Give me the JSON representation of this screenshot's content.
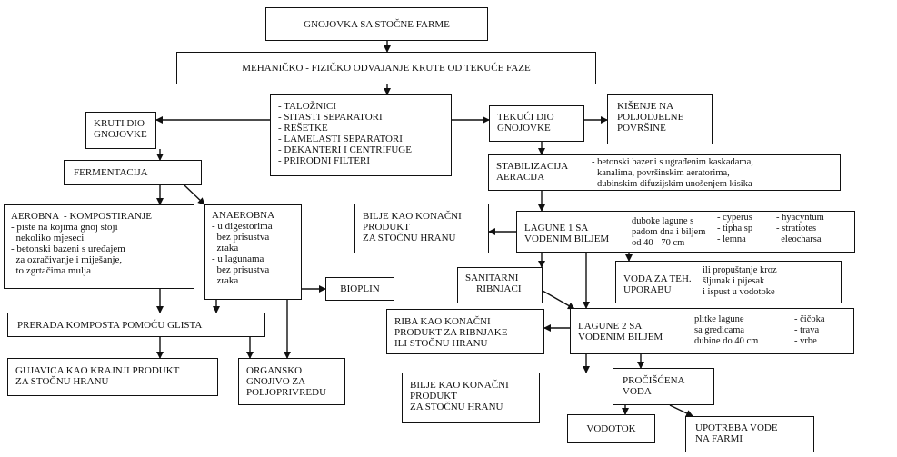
{
  "boxes": {
    "gnojovka": {
      "lines": [
        "GNOJOVKA SA STOČNE FARME"
      ]
    },
    "mehanicko": {
      "lines": [
        "MEHANIČKO - FIZIČKO ODVAJANJE KRUTE OD TEKUĆE FAZE"
      ]
    },
    "metode": {
      "lines": [
        "- TALOŽNICI",
        "- SITASTI SEPARATORI",
        "- REŠETKE",
        "- LAMELASTI SEPARATORI",
        "- DEKANTERI I CENTRIFUGE",
        "- PRIRODNI FILTERI"
      ]
    },
    "kruti_dio": {
      "lines": [
        "KRUTI DIO",
        "GNOJOVKE"
      ]
    },
    "fermentacija": {
      "lines": [
        "FERMENTACIJA"
      ]
    },
    "aerobna": {
      "lines": [
        "AEROBNA  - KOMPOSTIRANJE",
        "- piste na kojima gnoj stoji",
        "  nekoliko mjeseci",
        "- betonski bazeni s uređajem",
        "  za ozračivanje i miješanje,",
        "  to zgrtačima mulja"
      ]
    },
    "anaerobna": {
      "lines": [
        "ANAEROBNA",
        "- u digestorima",
        "  bez prisustva",
        "  zraka",
        "- u lagunama",
        "  bez prisustva",
        "  zraka"
      ]
    },
    "bioplin": {
      "lines": [
        "BIOPLIN"
      ]
    },
    "prerada": {
      "lines": [
        "PRERADA KOMPOSTA POMOĆU GLISTA"
      ]
    },
    "gujavica": {
      "lines": [
        "GUJAVICA KAO KRAJNJI PRODUKT",
        "ZA STOČNU HRANU"
      ]
    },
    "organsko": {
      "lines": [
        "ORGANSKO",
        "GNOJIVO ZA",
        "POLJOPRIVREDU"
      ]
    },
    "tekuci_dio": {
      "lines": [
        "TEKUĆI DIO",
        "GNOJOVKE"
      ]
    },
    "kisenje": {
      "lines": [
        "KIŠENJE NA",
        "POLJODJELNE",
        "POVRŠINE"
      ]
    },
    "stabilizacija": {
      "lines": [
        "STABILIZACIJA",
        "AERACIJA"
      ]
    },
    "bilje1": {
      "lines": [
        "BILJE KAO KONAČNI",
        "PRODUKT",
        "ZA STOČNU HRANU"
      ]
    },
    "lagune1": {
      "lines": [
        "LAGUNE 1 SA",
        "VODENIM BILJEM"
      ]
    },
    "sanitarni": {
      "lines": [
        "SANITARNI",
        "RIBNJACI"
      ]
    },
    "voda_teh": {
      "lines": [
        "VODA ZA TEH.",
        "UPORABU"
      ]
    },
    "riba": {
      "lines": [
        "RIBA KAO KONAČNI",
        "PRODUKT ZA RIBNJAKE",
        "ILI STOČNU HRANU"
      ]
    },
    "lagune2": {
      "lines": [
        "LAGUNE 2 SA",
        "VODENIM BILJEM"
      ]
    },
    "bilje2": {
      "lines": [
        "BILJE KAO KONAČNI",
        "PRODUKT",
        "ZA STOČNU HRANU"
      ]
    },
    "prociscena": {
      "lines": [
        "PROČIŠĆENA",
        "VODA"
      ]
    },
    "vodotok": {
      "lines": [
        "VODOTOK"
      ]
    },
    "upotreba": {
      "lines": [
        "UPOTREBA VODE",
        "NA FARMI"
      ]
    }
  },
  "notes": {
    "stabilizacija": [
      "- betonski bazeni s ugrađenim kaskadama,",
      "kanalima, površinskim aeratorima,",
      "dubinskim difuzijskim unošenjem kisika"
    ],
    "lagune1": [
      "duboke lagune s",
      "padom dna i biljem",
      "od 40 - 70 cm"
    ],
    "lagune1_plants_a": [
      "- cyperus",
      "- tipha sp",
      "- lemna"
    ],
    "lagune1_plants_b": [
      "- hyacyntum",
      "- stratiotes",
      "  eleocharsa"
    ],
    "voda_teh": [
      "ili propuštanje kroz",
      "šljunak i pijesak",
      "i ispust u vodotoke"
    ],
    "lagune2": [
      "plitke lagune",
      "sa gredicama",
      "dubine do 40 cm"
    ],
    "lagune2_plants": [
      "- čičoka",
      "- trava",
      "- vrbe"
    ]
  },
  "colors": {
    "ink": "#111111",
    "background": "#ffffff"
  }
}
